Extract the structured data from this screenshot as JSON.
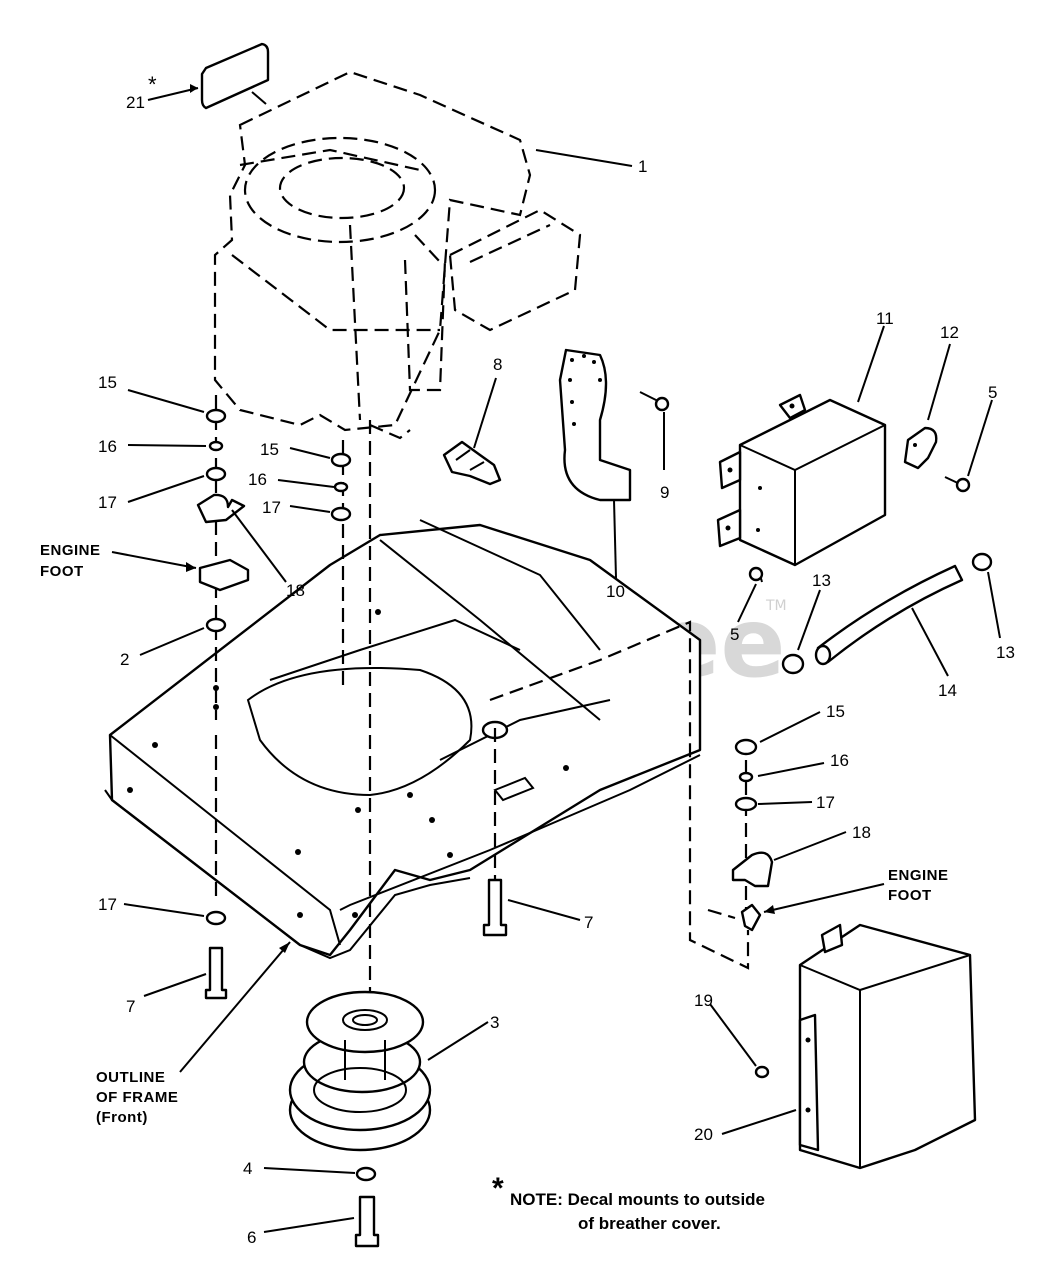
{
  "watermark": {
    "text": "PartsTree",
    "trademark": "TM"
  },
  "callouts": {
    "c1": "1",
    "c2": "2",
    "c3": "3",
    "c4": "4",
    "c5a": "5",
    "c5b": "5",
    "c6": "6",
    "c7a": "7",
    "c7b": "7",
    "c8": "8",
    "c9": "9",
    "c10": "10",
    "c11": "11",
    "c12": "12",
    "c13a": "13",
    "c13b": "13",
    "c14": "14",
    "c15a": "15",
    "c15b": "15",
    "c15c": "15",
    "c16a": "16",
    "c16b": "16",
    "c16c": "16",
    "c17a": "17",
    "c17b": "17",
    "c17c": "17",
    "c17d": "17",
    "c18a": "18",
    "c18b": "18",
    "c19": "19",
    "c20": "20",
    "c21": "21"
  },
  "asterisk": "*",
  "labels": {
    "engine_foot_left_1": "ENGINE",
    "engine_foot_left_2": "FOOT",
    "engine_foot_right_1": "ENGINE",
    "engine_foot_right_2": "FOOT",
    "outline_1": "OUTLINE",
    "outline_2": "OF FRAME",
    "outline_3": "(Front)"
  },
  "note": {
    "line1": "NOTE: Decal mounts to outside",
    "line2": "of breather cover."
  }
}
